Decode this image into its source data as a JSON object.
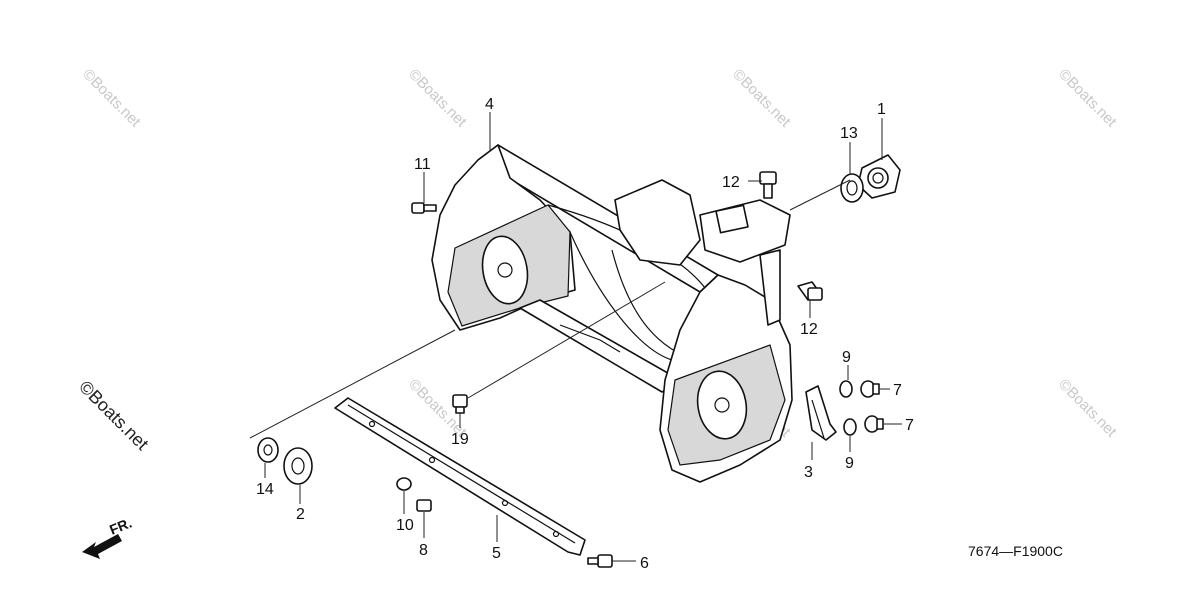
{
  "diagram": {
    "figure_code": "7674—F1900C",
    "direction_label": "FR.",
    "watermark": "©Boats.net",
    "callouts": [
      {
        "id": "c1",
        "label": "1"
      },
      {
        "id": "c2",
        "label": "2"
      },
      {
        "id": "c3",
        "label": "3"
      },
      {
        "id": "c4",
        "label": "4"
      },
      {
        "id": "c5",
        "label": "5"
      },
      {
        "id": "c6",
        "label": "6"
      },
      {
        "id": "c7a",
        "label": "7"
      },
      {
        "id": "c7b",
        "label": "7"
      },
      {
        "id": "c8",
        "label": "8"
      },
      {
        "id": "c9a",
        "label": "9"
      },
      {
        "id": "c9b",
        "label": "9"
      },
      {
        "id": "c10",
        "label": "10"
      },
      {
        "id": "c11",
        "label": "11"
      },
      {
        "id": "c12a",
        "label": "12"
      },
      {
        "id": "c12b",
        "label": "12"
      },
      {
        "id": "c13",
        "label": "13"
      },
      {
        "id": "c14",
        "label": "14"
      },
      {
        "id": "c19",
        "label": "19"
      }
    ]
  }
}
